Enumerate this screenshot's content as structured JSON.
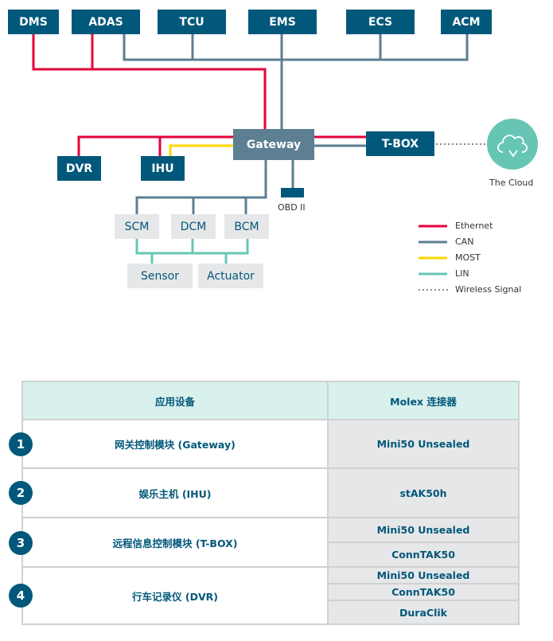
{
  "diagram": {
    "top_nodes": [
      "DMS",
      "ADAS",
      "TCU",
      "EMS",
      "ECS",
      "ACM"
    ],
    "gateway": "Gateway",
    "tbox": "T-BOX",
    "dvr": "DVR",
    "ihu": "IHU",
    "obd_label": "OBD II",
    "cloud_label": "The Cloud",
    "body_modules": [
      "SCM",
      "DCM",
      "BCM"
    ],
    "endpoints": [
      "Sensor",
      "Actuator"
    ],
    "colors": {
      "ethernet": "#e4003a",
      "can": "#5c7f91",
      "most": "#ffd600",
      "lin": "#67c5b5",
      "node_dark": "#02587a",
      "gateway": "#5c7f91",
      "cloud": "#67c5b5"
    }
  },
  "legend": [
    {
      "label": "Ethernet",
      "style": "ethernet"
    },
    {
      "label": "CAN",
      "style": "can"
    },
    {
      "label": "MOST",
      "style": "most"
    },
    {
      "label": "LIN",
      "style": "lin"
    },
    {
      "label": "Wireless Signal",
      "style": "wireless"
    }
  ],
  "table": {
    "headers": [
      "应用设备",
      "Molex 连接器"
    ],
    "rows": [
      {
        "num": "1",
        "device": "网关控制模块 (Gateway)",
        "connectors": [
          "Mini50 Unsealed"
        ]
      },
      {
        "num": "2",
        "device": "娱乐主机 (IHU)",
        "connectors": [
          "stAK50h"
        ]
      },
      {
        "num": "3",
        "device": "远程信息控制模块 (T-BOX)",
        "connectors": [
          "Mini50 Unsealed",
          "ConnTAK50"
        ]
      },
      {
        "num": "4",
        "device": "行车记录仪 (DVR)",
        "connectors": [
          "Mini50 Unsealed",
          "ConnTAK50",
          "DuraClik"
        ]
      }
    ]
  }
}
